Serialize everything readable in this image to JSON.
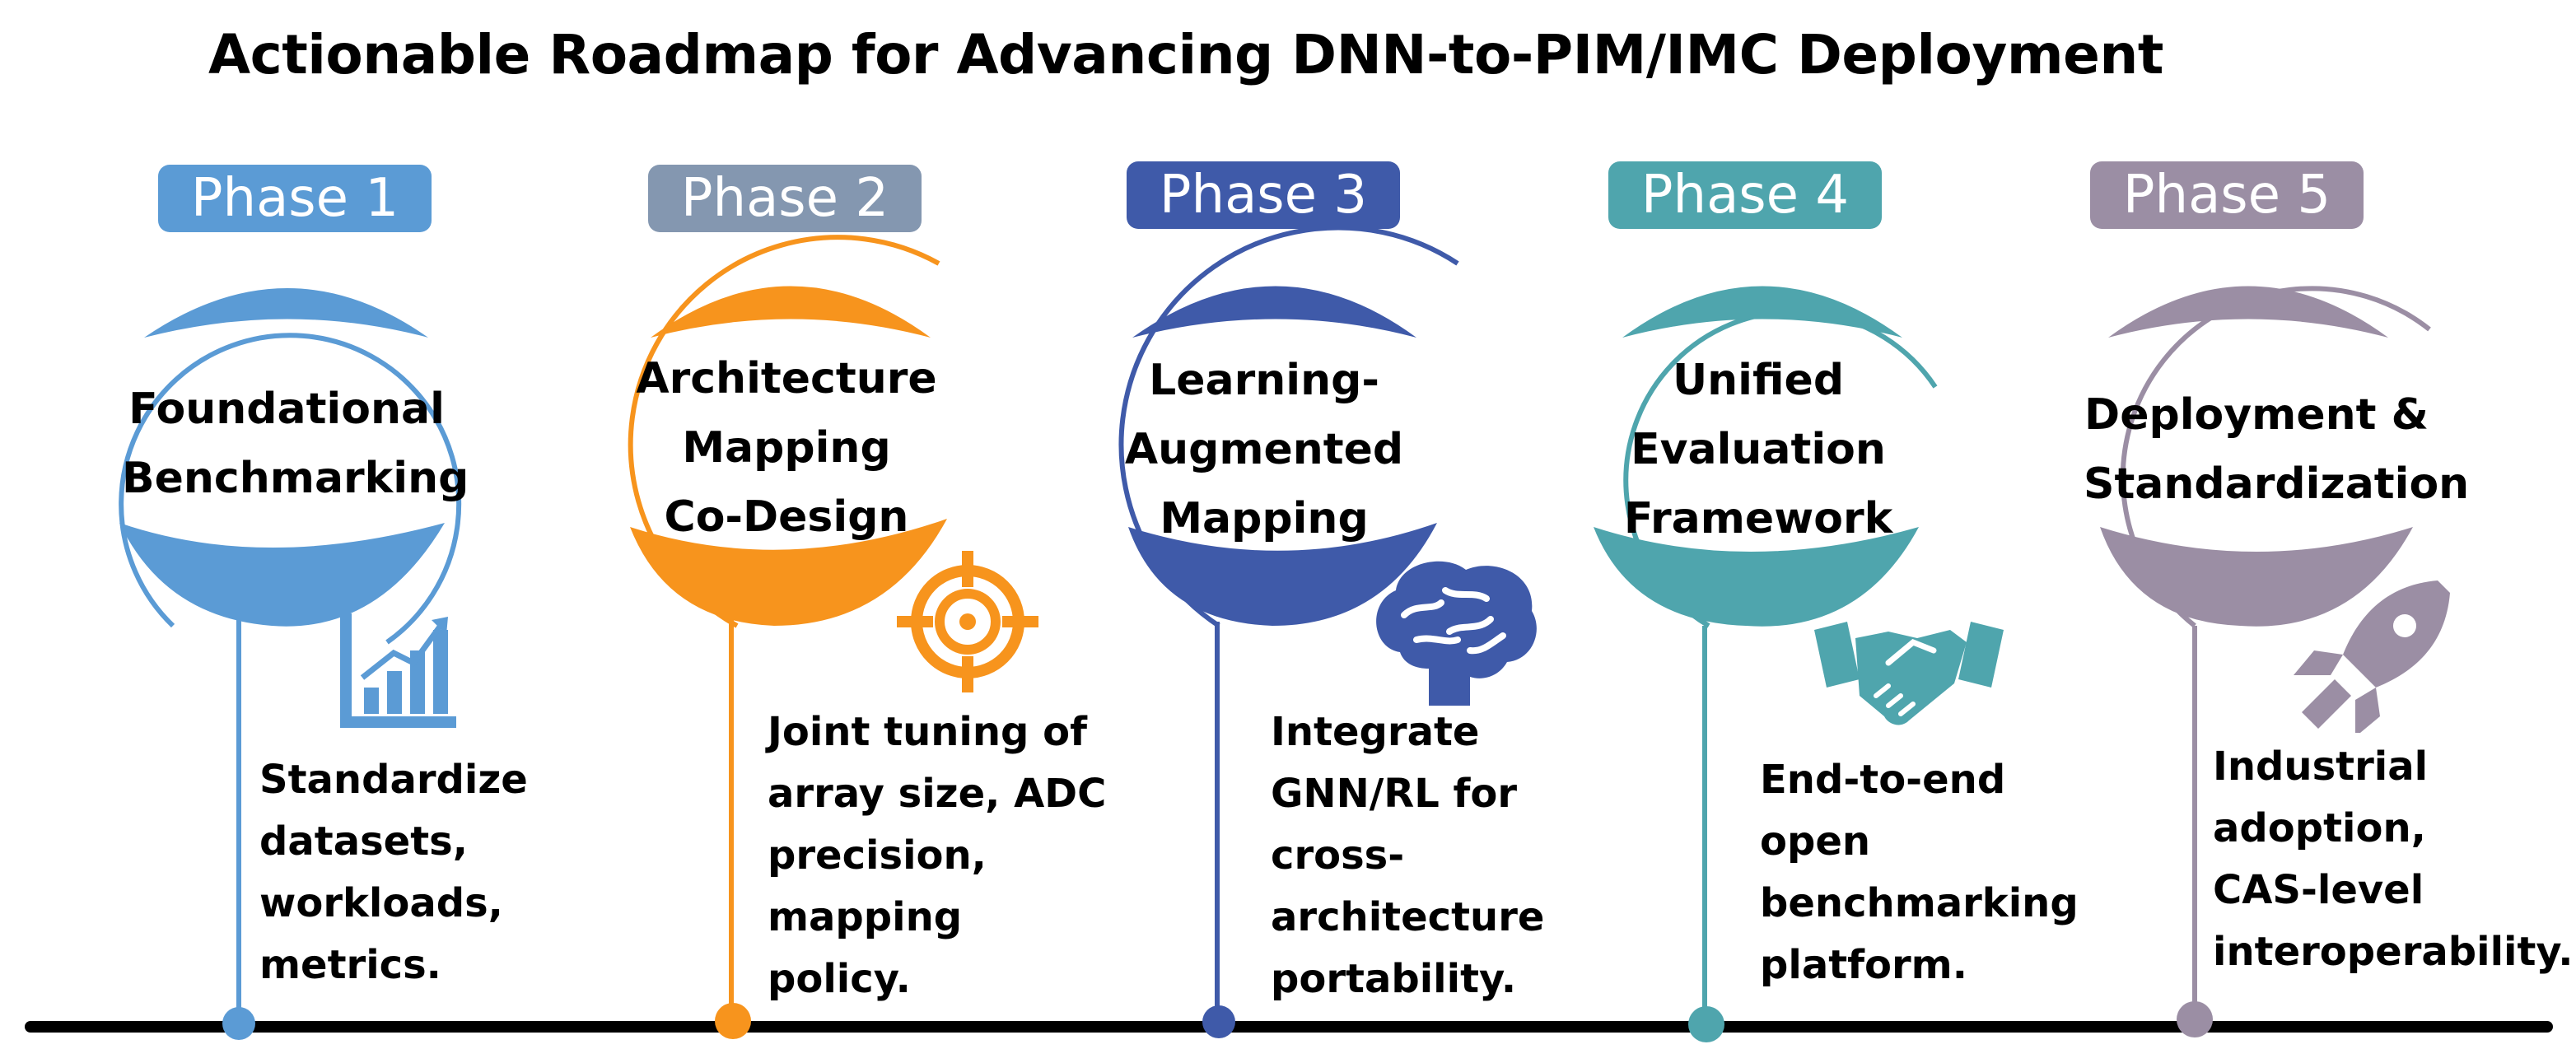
{
  "title": "Actionable Roadmap for Advancing DNN-to-PIM/IMC Deployment",
  "colors": {
    "phase1": "#5b9bd5",
    "phase2_badge": "#8497b0",
    "phase2": "#f7941d",
    "phase3": "#3f5aa9",
    "phase4": "#4fa5ad",
    "phase5": "#9b8ea4",
    "timeline": "#000000"
  },
  "phases": [
    {
      "badge": "Phase 1",
      "heading": "Foundational\nBenchmarking",
      "description": "Standardize\ndatasets,\nworkloads,\nmetrics.",
      "icon": "bar-chart-icon"
    },
    {
      "badge": "Phase 2",
      "heading": "Architecture\nMapping\nCo-Design",
      "description": "Joint tuning of\narray size, ADC\nprecision,\nmapping\npolicy.",
      "icon": "target-icon"
    },
    {
      "badge": "Phase 3",
      "heading": "Learning-\nAugmented\nMapping",
      "description": "Integrate\nGNN/RL for\ncross-\narchitecture\nportability.",
      "icon": "brain-icon"
    },
    {
      "badge": "Phase 4",
      "heading": "Unified\nEvaluation\nFramework",
      "description": "End-to-end\nopen\nbenchmarking\nplatform.",
      "icon": "handshake-icon"
    },
    {
      "badge": "Phase 5",
      "heading": "Deployment &\nStandardization",
      "description": "Industrial\nadoption,\n CAS-level\ninteroperability.",
      "icon": "rocket-icon"
    }
  ]
}
